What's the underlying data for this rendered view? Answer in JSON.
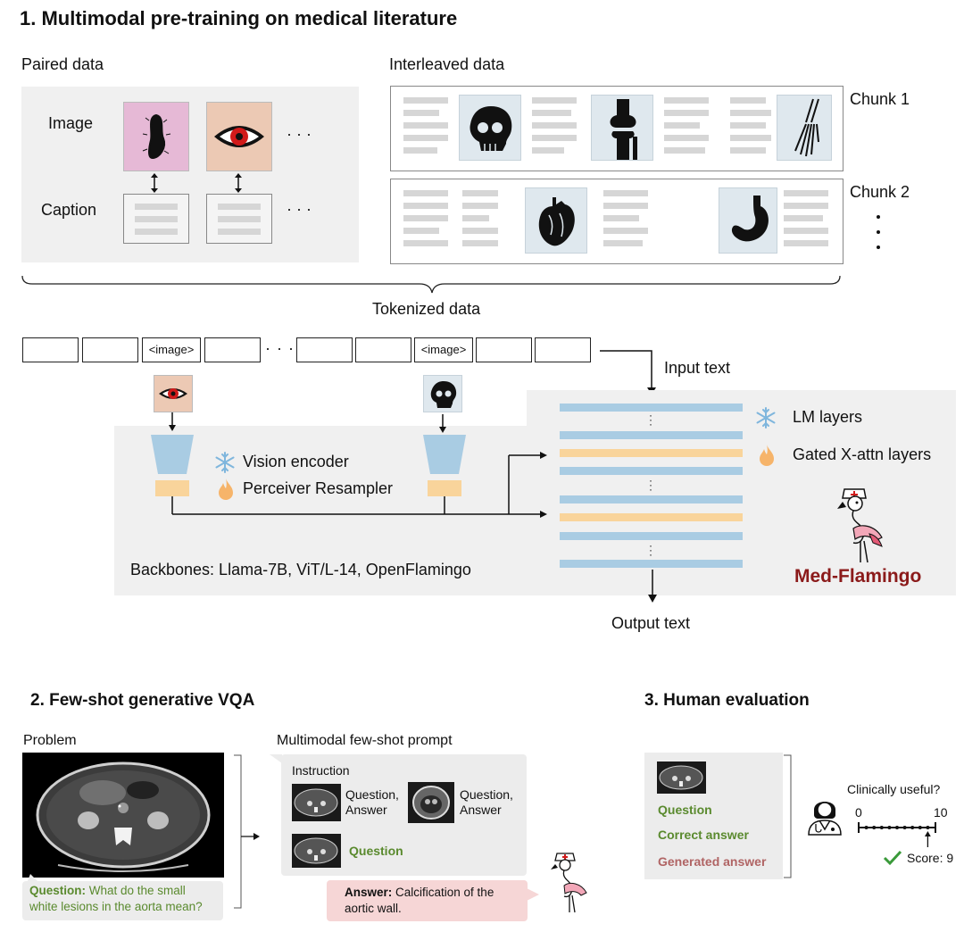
{
  "section1": {
    "title": "1. Multimodal pre-training on medical literature",
    "paired_label": "Paired data",
    "interleaved_label": "Interleaved data",
    "image_label": "Image",
    "caption_label": "Caption",
    "ellipsis": "· · ·",
    "chunk1": "Chunk 1",
    "chunk2": "Chunk 2",
    "tokenized": "Tokenized data",
    "image_token": "<image>",
    "input_text": "Input text",
    "output_text": "Output text",
    "vision_encoder": "Vision encoder",
    "perceiver": "Perceiver Resampler",
    "lm_layers": "LM layers",
    "gated": "Gated X-attn layers",
    "backbones": "Backbones: Llama-7B, ViT/L-14, OpenFlamingo",
    "model_name": "Med-Flamingo"
  },
  "section2": {
    "title": "2. Few-shot generative VQA",
    "problem": "Problem",
    "prompt_title": "Multimodal few-shot prompt",
    "instruction": "Instruction",
    "qa1": "Question, Answer",
    "qa2": "Question, Answer",
    "question": "Question",
    "q_label": "Question:",
    "q_text": " What do the small white lesions in the aorta mean?",
    "a_label": "Answer:",
    "a_text": " Calcification of the aortic wall."
  },
  "section3": {
    "title": "3. Human evaluation",
    "question": "Question",
    "correct": "Correct answer",
    "generated": "Generated answer",
    "clinically": "Clinically useful?",
    "scale_min": "0",
    "scale_max": "10",
    "score": "Score: 9"
  },
  "colors": {
    "lm_layer": "#a9cce3",
    "xattn_layer": "#f9d49b",
    "model_red": "#8b1a1a",
    "question_green": "#5a8a2e",
    "generated_red": "#b06464"
  }
}
